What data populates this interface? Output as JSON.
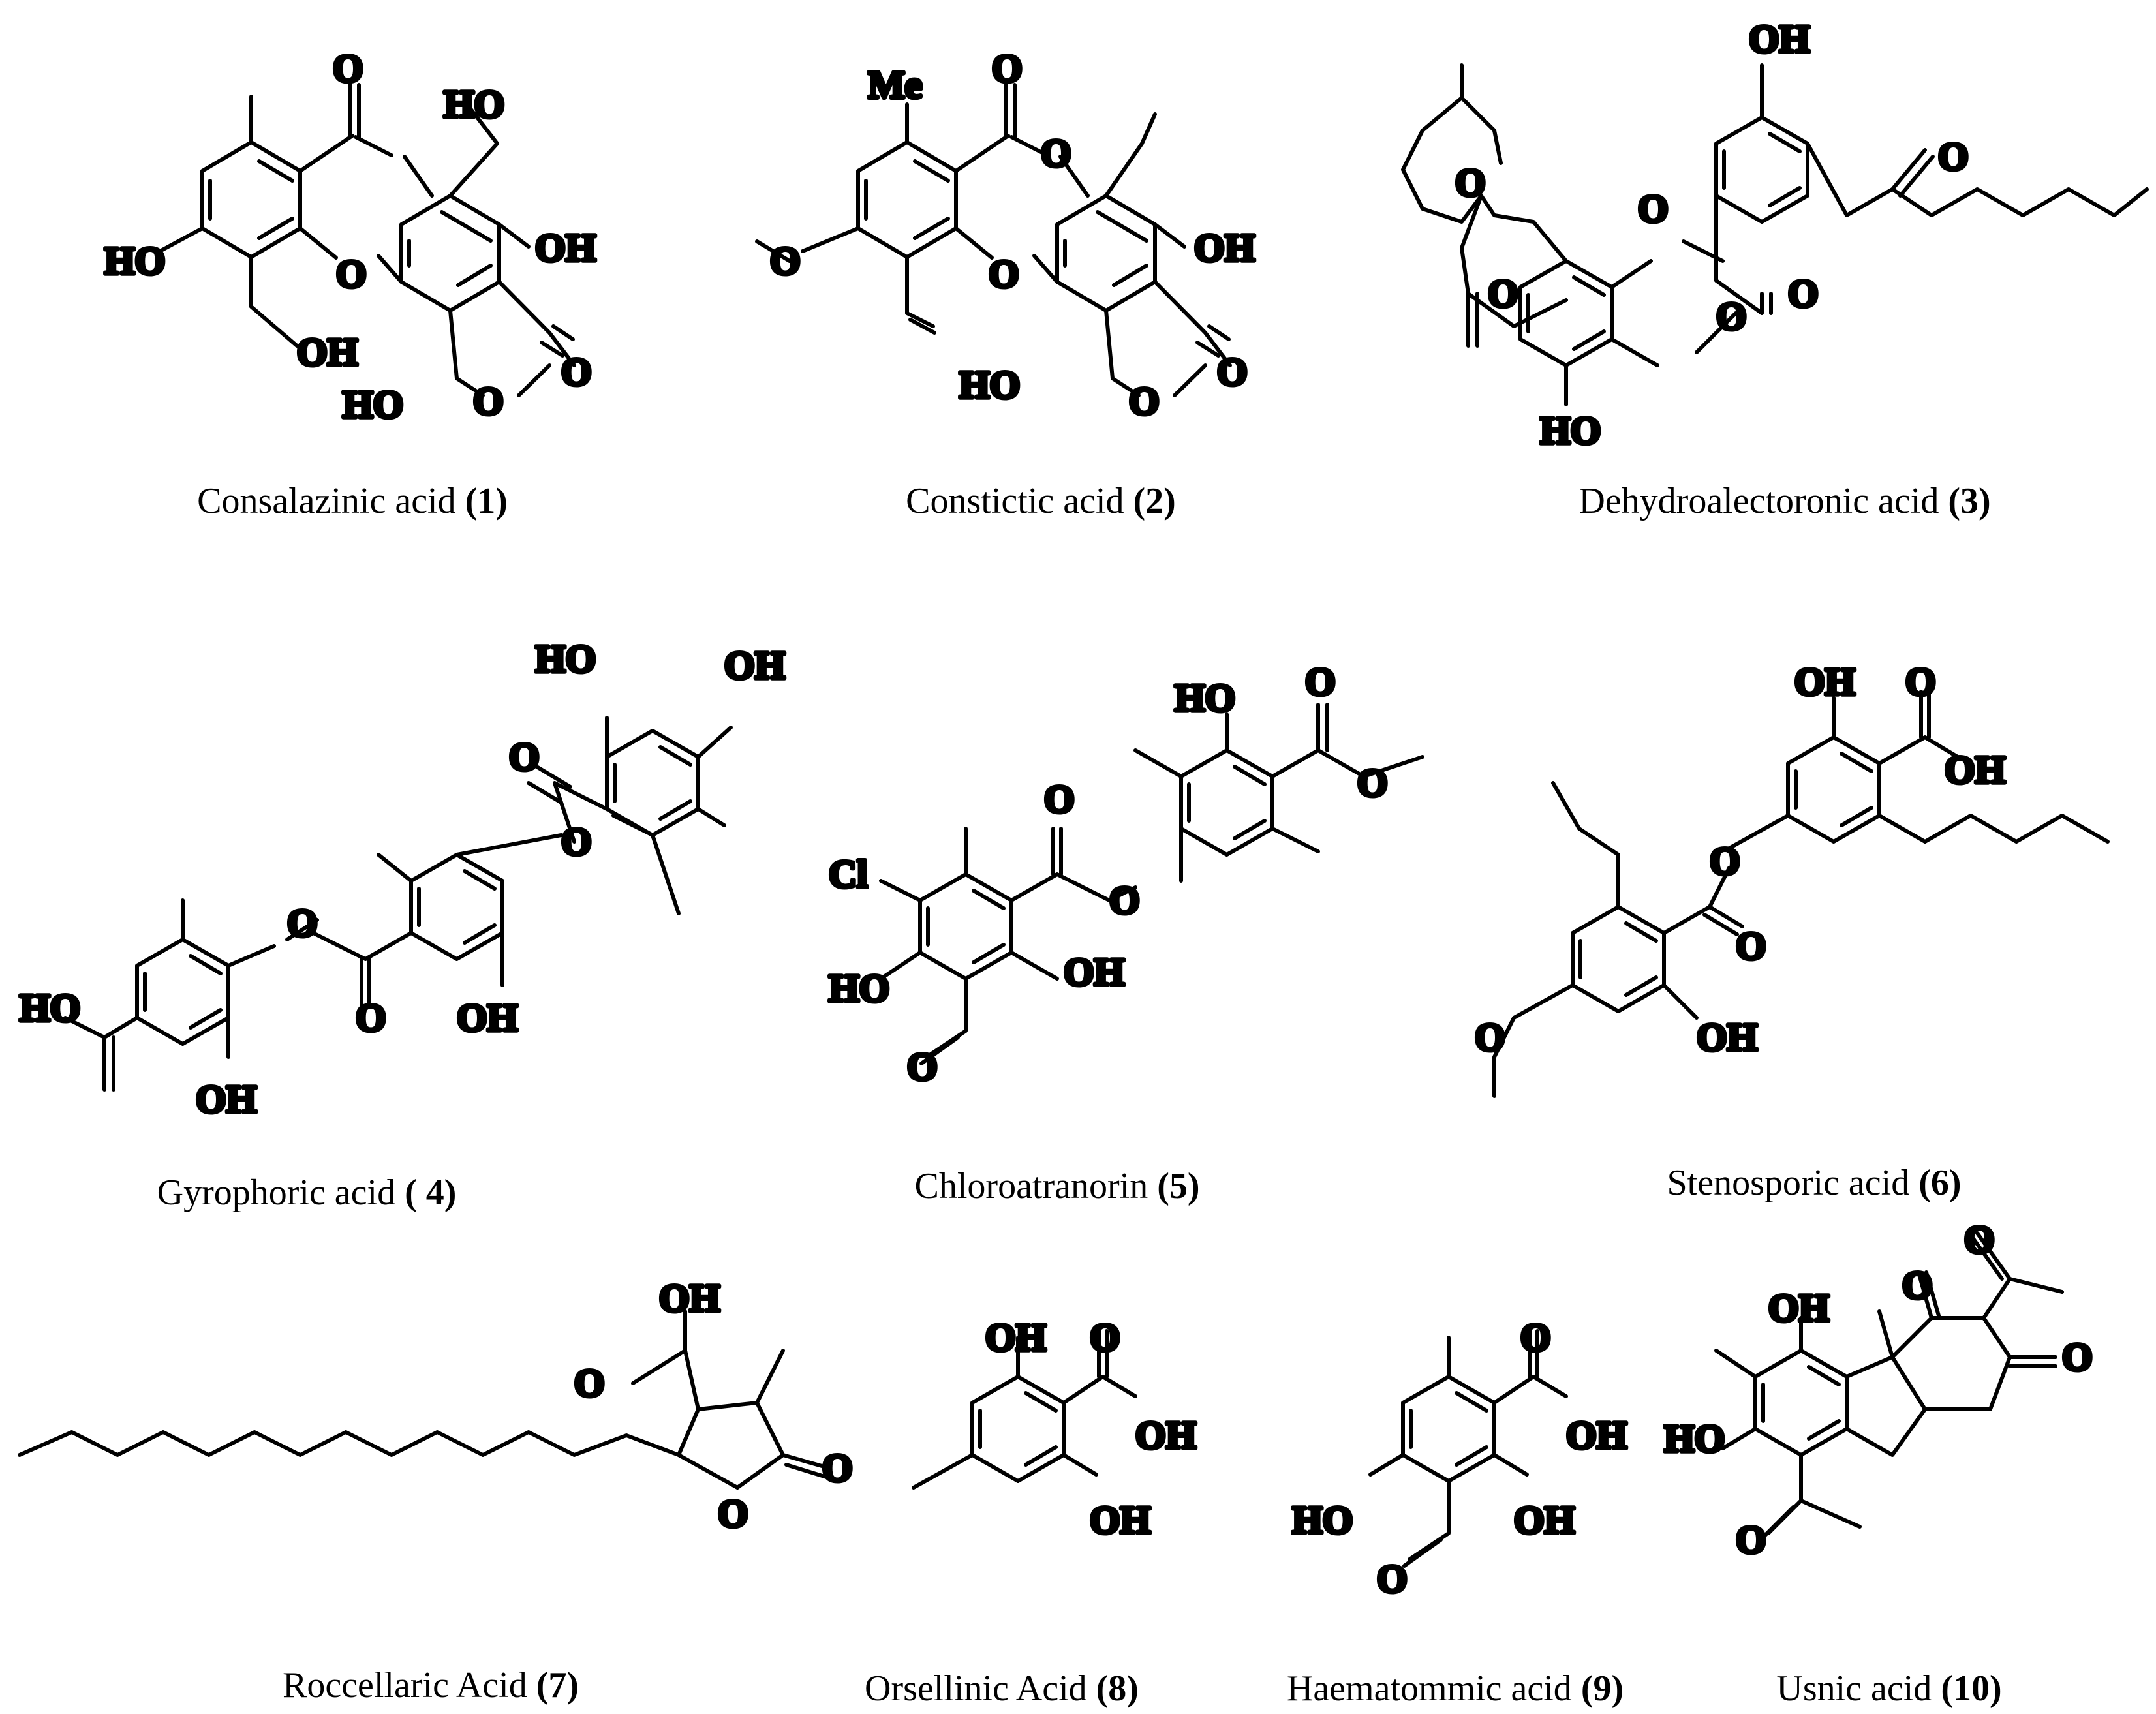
{
  "compounds": [
    {
      "name": "Consalazinic acid",
      "number": "(1)"
    },
    {
      "name": "Constictic acid",
      "number": "(2)"
    },
    {
      "name": "Dehydroalectoronic acid",
      "number": "(3)"
    },
    {
      "name": "Gyrophoric acid",
      "number": "( 4)"
    },
    {
      "name": "Chloroatranorin",
      "number": "(5)"
    },
    {
      "name": "Stenosporic acid",
      "number": "(6)"
    },
    {
      "name": "Roccellaric Acid",
      "number": "(7)"
    },
    {
      "name": "Orsellinic Acid",
      "number": "(8)"
    },
    {
      "name": "Haematommic acid",
      "number": "(9)"
    },
    {
      "name": "Usnic acid",
      "number": "(10)"
    }
  ],
  "atom_labels": {
    "c1": [
      "O",
      "HO",
      "OH",
      "HO",
      "O",
      "OH",
      "HO",
      "O",
      "O"
    ],
    "c2": [
      "Me",
      "O",
      "O",
      "O",
      "OH",
      "O",
      "HO",
      "O",
      "O"
    ],
    "c3": [
      "OH",
      "O",
      "O",
      "O",
      "O",
      "O",
      "O",
      "HO"
    ],
    "c4": [
      "HO",
      "OH",
      "O",
      "O",
      "O",
      "HO",
      "O",
      "OH",
      "OH"
    ],
    "c5": [
      "HO",
      "O",
      "O",
      "O",
      "Cl",
      "O",
      "HO",
      "OH",
      "O"
    ],
    "c6": [
      "OH",
      "O",
      "OH",
      "O",
      "O",
      "O",
      "OH"
    ],
    "c7": [
      "OH",
      "O",
      "O",
      "O"
    ],
    "c8": [
      "OH",
      "O",
      "OH",
      "OH"
    ],
    "c9": [
      "O",
      "OH",
      "HO",
      "OH",
      "O"
    ],
    "c10": [
      "O",
      "O",
      "OH",
      "O",
      "HO",
      "O"
    ]
  }
}
